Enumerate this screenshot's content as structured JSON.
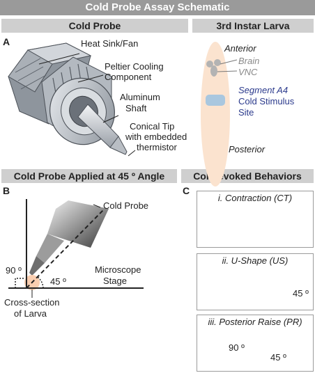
{
  "header": {
    "title": "Cold Probe Assay Schematic"
  },
  "panel_a": {
    "letter": "A",
    "left_title": "Cold Probe",
    "right_title": "3rd Instar Larva",
    "probe_labels": {
      "heat_sink": "Heat Sink/Fan",
      "peltier_line1": "Peltier Cooling",
      "peltier_line2": "Component",
      "aluminum_line1": "Aluminum",
      "aluminum_line2": "Shaft",
      "tip_line1": "Conical Tip",
      "tip_line2": "with embedded",
      "tip_line3": "thermistor"
    },
    "larva_labels": {
      "anterior": "Anterior",
      "brain": "Brain",
      "vnc": "VNC",
      "segment": "Segment A4",
      "stimulus_line1": "Cold Stimulus",
      "stimulus_line2": "Site",
      "posterior": "Posterior"
    }
  },
  "panel_b": {
    "letter": "B",
    "title": "Cold Probe Applied at 45 º Angle",
    "cold_probe": "Cold Probe",
    "microscope_line1": "Microscope",
    "microscope_line2": "Stage",
    "angle_90": "90 º",
    "angle_45": "45 º",
    "cross_line1": "Cross-section",
    "cross_line2": "of Larva"
  },
  "panel_c": {
    "letter": "C",
    "title": "Cold-evoked Behaviors",
    "behaviors": [
      {
        "label": "i. Contraction (CT)"
      },
      {
        "label": "ii. U-Shape (US)",
        "angle": "45 º"
      },
      {
        "label": "iii. Posterior Raise (PR)",
        "angle_a": "90 º",
        "angle_b": "45 º"
      }
    ]
  },
  "colors": {
    "header_bar": "#9a9a9a",
    "section_bar": "#cfcfcf",
    "larva_body": "#fbe3cf",
    "stimulus_site": "#a9c7df",
    "segment_text": "#2b3a8c",
    "contraction_larva": "#9cc45a",
    "ushape_larva": "#c99a9a",
    "raise_larva": "#8fb7dc"
  }
}
